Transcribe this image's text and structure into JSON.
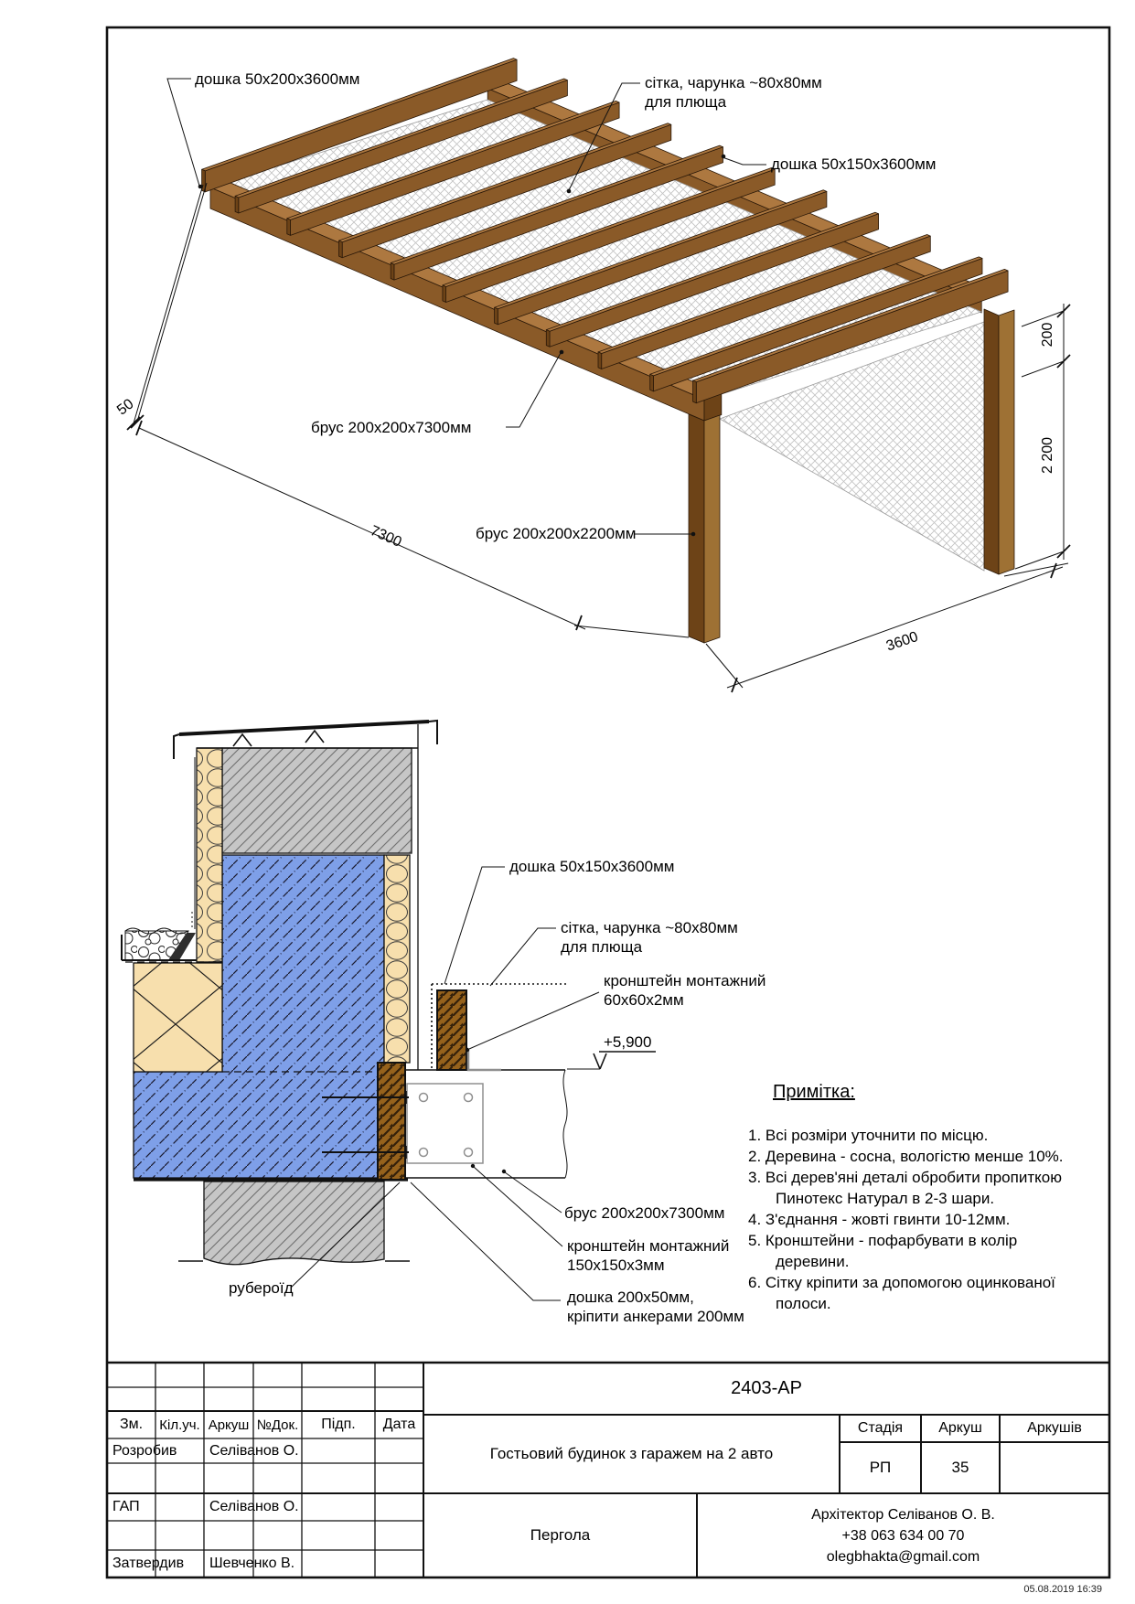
{
  "iso": {
    "labels": {
      "board_end": "дошка 50х200х3600мм",
      "net_line1": "сітка, чарунка ~80х80мм",
      "net_line2": "для плюща",
      "board_cross": "дошка 50х150х3600мм",
      "beam_long": "брус 200х200х7300мм",
      "beam_post": "брус 200х200х2200мм"
    },
    "dims": {
      "d50": "50",
      "d7300": "7300",
      "d3600": "3600",
      "d200": "200",
      "d2200": "2 200"
    }
  },
  "section": {
    "labels": {
      "board_cross": "дошка 50х150х3600мм",
      "net_line1": "сітка, чарунка ~80х80мм",
      "net_line2": "для плюща",
      "bracket_small_1": "кронштейн монтажний",
      "bracket_small_2": "60х60х2мм",
      "level": "+5,900",
      "beam_long": "брус 200х200х7300мм",
      "bracket_big_1": "кронштейн монтажний",
      "bracket_big_2": "150х150х3мм",
      "board_anchor_1": "дошка 200х50мм,",
      "board_anchor_2": "кріпити анкерами 200мм",
      "ruberoid": "руберoїд"
    }
  },
  "notes": {
    "title": "Примітка:",
    "items": [
      "1. Всі розміри уточнити по місцю.",
      "2. Деревина - сосна, вологістю менше 10%.",
      "3. Всі дерев'яні деталі обробити пропиткою Пинотекс Натурал в 2-3 шари.",
      "4. З'єднання - жовті гвинти 10-12мм.",
      "5. Кронштейни - пофарбувати в колір деревини.",
      "6. Сітку кріпити за допомогою оцинкованої полоси."
    ]
  },
  "titleblock": {
    "doc_number": "2403-АР",
    "project_title": "Гостьовий будинок з гаражем на 2 авто",
    "drawing_title": "Пергола",
    "stage_label": "Стадія",
    "sheet_label": "Аркуш",
    "sheets_label": "Аркушів",
    "stage_value": "РП",
    "sheet_value": "35",
    "contact_line1": "Архітектор Селіванов О. В.",
    "contact_line2": "+38 063 634 00 70",
    "contact_line3": "olegbhakta@gmail.com",
    "cols": {
      "zm": "Зм.",
      "kiluch": "Кіл.уч.",
      "arkush": "Аркуш",
      "ndok": "№Док.",
      "pidp": "Підп.",
      "data": "Дата"
    },
    "rows": [
      {
        "role": "Розробив",
        "name": "Селіванов О."
      },
      {
        "role": "ГАП",
        "name": "Селіванов О."
      },
      {
        "role": "Затвердив",
        "name": "Шевченко В."
      }
    ]
  },
  "footer": {
    "timestamp": "05.08.2019 16:39"
  },
  "colors": {
    "wood_top": "#ad7840",
    "wood_side": "#8a5a28",
    "wood_dark": "#6d4317",
    "wall_blue": "#7e9fe8",
    "insulation_tan": "#f7dfad",
    "concrete_grey": "#c6c6c6",
    "net_grey": "#c2c2c2",
    "line_black": "#111111"
  }
}
